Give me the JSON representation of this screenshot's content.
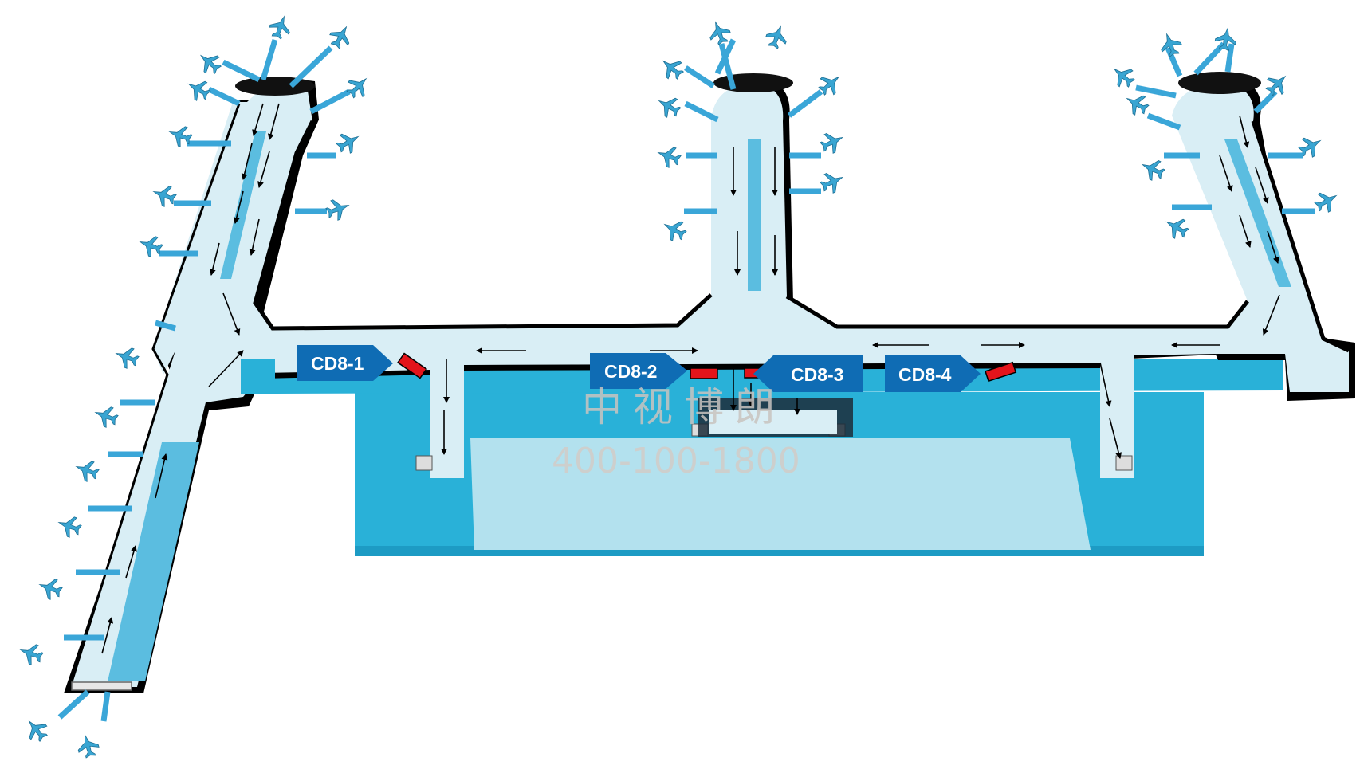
{
  "colors": {
    "background": "#ffffff",
    "floor": "#d9eef5",
    "pool": "#29b1d8",
    "pool_inner": "#b3e1ee",
    "outline": "#000000",
    "stripe": "#5bbde0",
    "jetway": "#3aa6d8",
    "plane": "#39a5d2",
    "tag": "#0f6cb4",
    "ad": "#e3141b"
  },
  "labels": [
    {
      "id": "cd8-1",
      "text": "CD8-1"
    },
    {
      "id": "cd8-2",
      "text": "CD8-2"
    },
    {
      "id": "cd8-3",
      "text": "CD8-3"
    },
    {
      "id": "cd8-4",
      "text": "CD8-4"
    }
  ],
  "watermark": {
    "brand": "中视博朗",
    "phone": "400-100-1800"
  },
  "icons": {
    "aircraft": "airplane-icon",
    "jetway": "jet-bridge",
    "ad_position": "red-ad-marker",
    "flow": "arrow-icon"
  }
}
